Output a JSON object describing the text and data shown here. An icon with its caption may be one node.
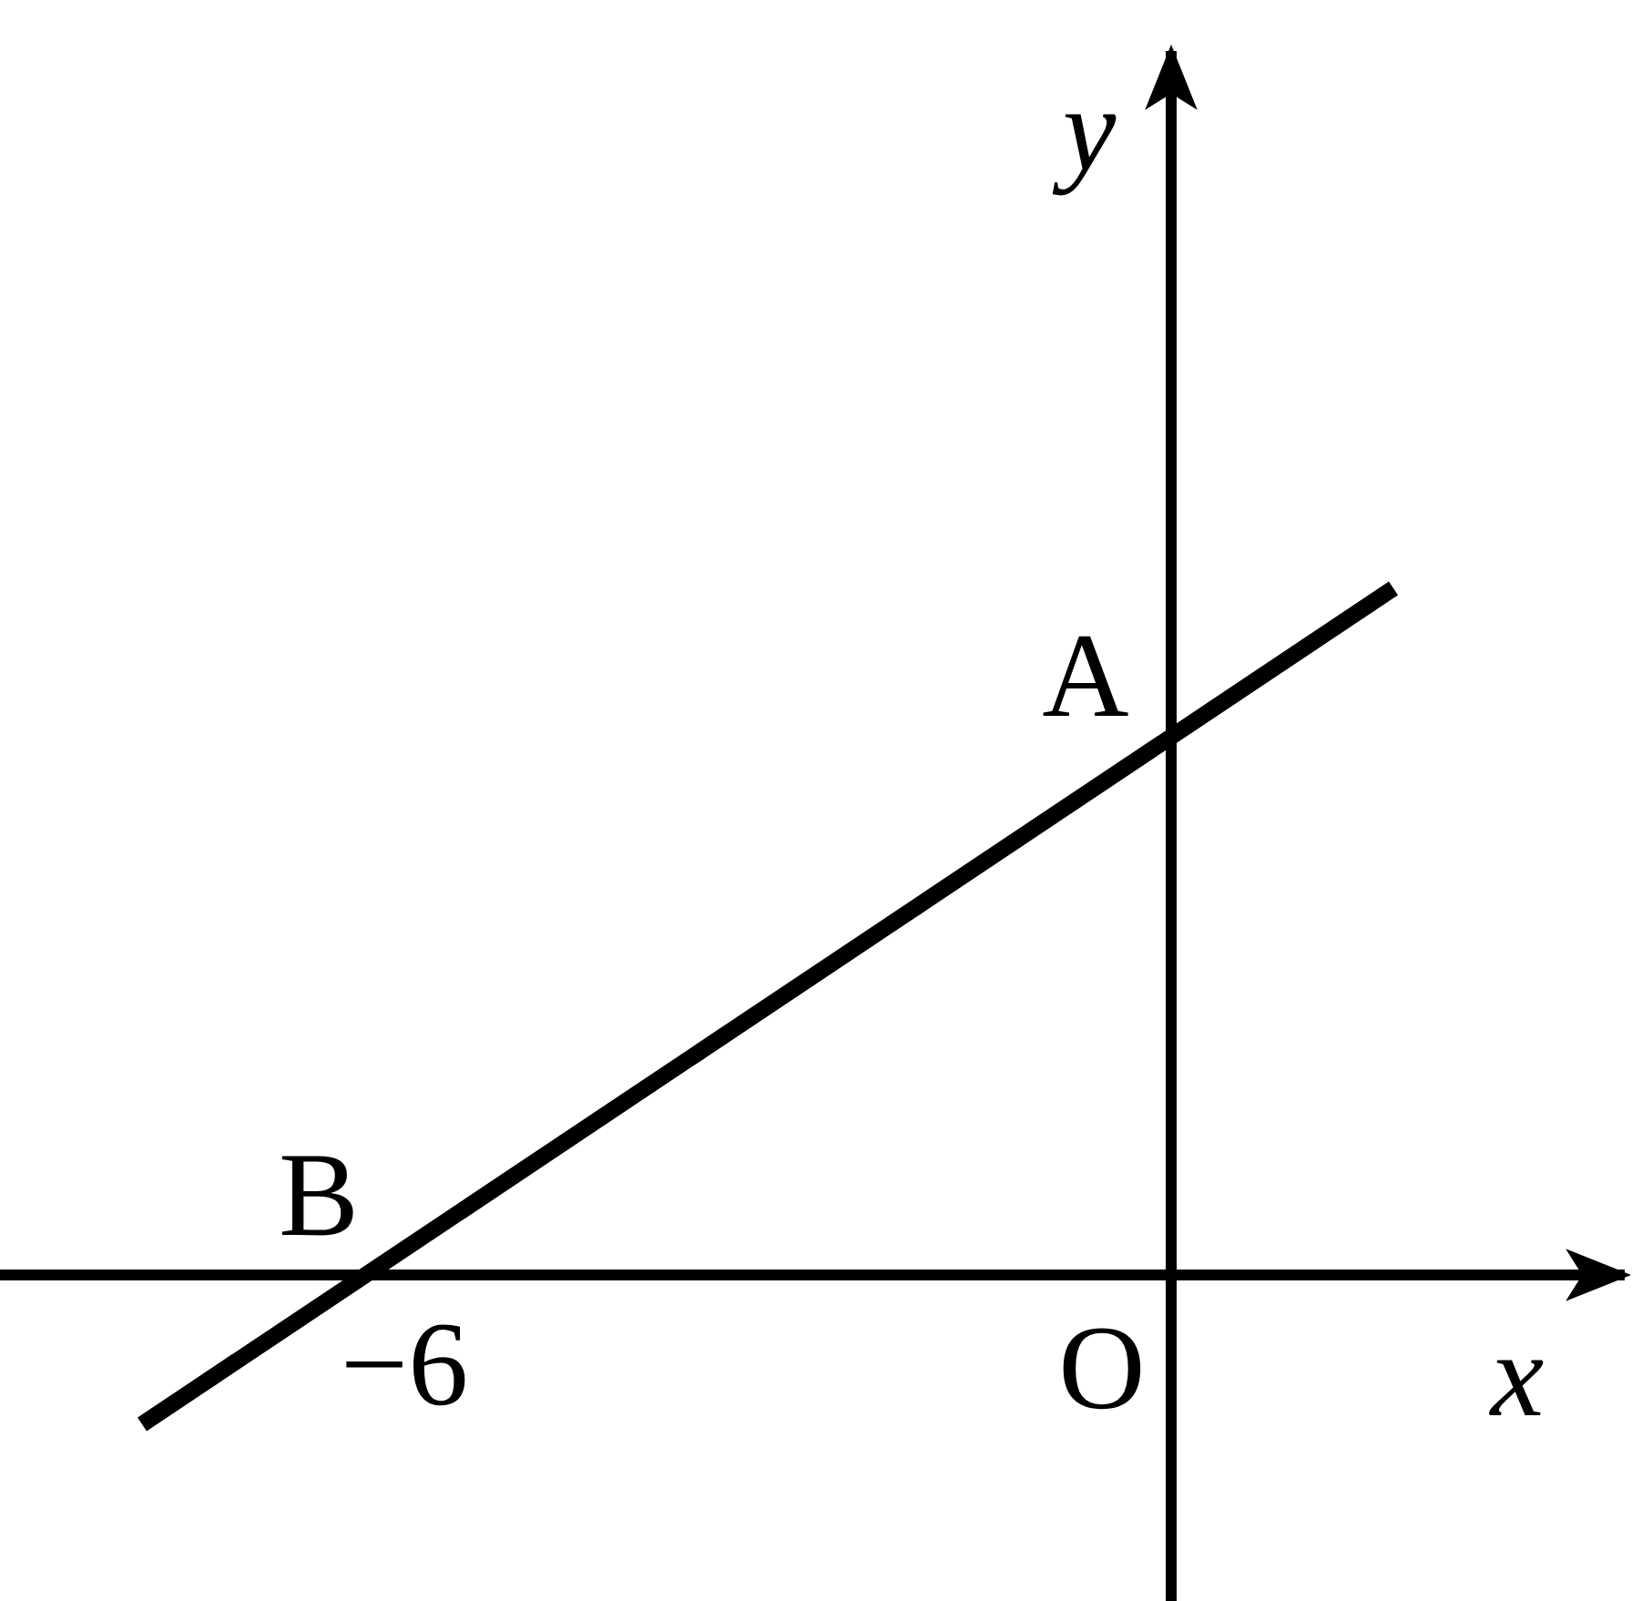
{
  "diagram": {
    "labels": [
      "y",
      "A",
      "B",
      "−6",
      "O",
      "x"
    ]
  }
}
